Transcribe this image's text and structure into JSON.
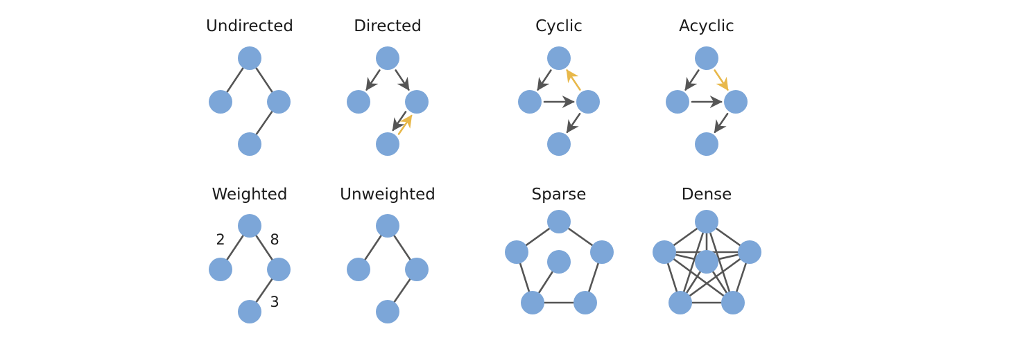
{
  "colors": {
    "node": "#7ca6d8",
    "edge": "#555555",
    "highlight": "#e8b84a",
    "title": "#1a1a1a"
  },
  "panels": [
    {
      "title": "Undirected",
      "nodes": [
        "a",
        "b",
        "c",
        "d"
      ],
      "edges": [
        {
          "from": "a",
          "to": "b",
          "directed": false
        },
        {
          "from": "a",
          "to": "c",
          "directed": false
        },
        {
          "from": "c",
          "to": "d",
          "directed": false
        }
      ],
      "weights": []
    },
    {
      "title": "Directed",
      "nodes": [
        "a",
        "b",
        "c",
        "d"
      ],
      "edges": [
        {
          "from": "a",
          "to": "b",
          "directed": true
        },
        {
          "from": "a",
          "to": "c",
          "directed": true
        },
        {
          "from": "c",
          "to": "d",
          "directed": true
        },
        {
          "from": "d",
          "to": "c",
          "directed": true,
          "highlight": true
        }
      ],
      "weights": []
    },
    {
      "title": "Cyclic",
      "nodes": [
        "a",
        "b",
        "c",
        "d"
      ],
      "edges": [
        {
          "from": "a",
          "to": "b",
          "directed": true
        },
        {
          "from": "b",
          "to": "c",
          "directed": true
        },
        {
          "from": "c",
          "to": "a",
          "directed": true,
          "highlight": true
        },
        {
          "from": "c",
          "to": "d",
          "directed": true
        }
      ],
      "weights": []
    },
    {
      "title": "Acyclic",
      "nodes": [
        "a",
        "b",
        "c",
        "d"
      ],
      "edges": [
        {
          "from": "a",
          "to": "b",
          "directed": true
        },
        {
          "from": "a",
          "to": "c",
          "directed": true,
          "highlight": true
        },
        {
          "from": "b",
          "to": "c",
          "directed": true
        },
        {
          "from": "c",
          "to": "d",
          "directed": true
        }
      ],
      "weights": []
    },
    {
      "title": "Weighted",
      "nodes": [
        "a",
        "b",
        "c",
        "d"
      ],
      "edges": [
        {
          "from": "a",
          "to": "b",
          "directed": false
        },
        {
          "from": "a",
          "to": "c",
          "directed": false
        },
        {
          "from": "c",
          "to": "d",
          "directed": false
        }
      ],
      "weights": [
        {
          "edge": 0,
          "label": "2"
        },
        {
          "edge": 1,
          "label": "8"
        },
        {
          "edge": 2,
          "label": "3"
        }
      ]
    },
    {
      "title": "Unweighted",
      "nodes": [
        "a",
        "b",
        "c",
        "d"
      ],
      "edges": [
        {
          "from": "a",
          "to": "b",
          "directed": false
        },
        {
          "from": "a",
          "to": "c",
          "directed": false
        },
        {
          "from": "c",
          "to": "d",
          "directed": false
        }
      ],
      "weights": []
    },
    {
      "title": "Sparse",
      "nodes": [
        "p0",
        "p1",
        "p2",
        "p3",
        "p4",
        "ctr"
      ],
      "edges": [
        {
          "from": "p0",
          "to": "p1",
          "directed": false
        },
        {
          "from": "p1",
          "to": "p2",
          "directed": false
        },
        {
          "from": "p2",
          "to": "p3",
          "directed": false
        },
        {
          "from": "p3",
          "to": "p4",
          "directed": false
        },
        {
          "from": "p4",
          "to": "p0",
          "directed": false
        },
        {
          "from": "ctr",
          "to": "p3",
          "directed": false
        }
      ],
      "weights": []
    },
    {
      "title": "Dense",
      "nodes": [
        "p0",
        "p1",
        "p2",
        "p3",
        "p4",
        "ctr"
      ],
      "complete": true,
      "edges": [],
      "weights": []
    }
  ]
}
